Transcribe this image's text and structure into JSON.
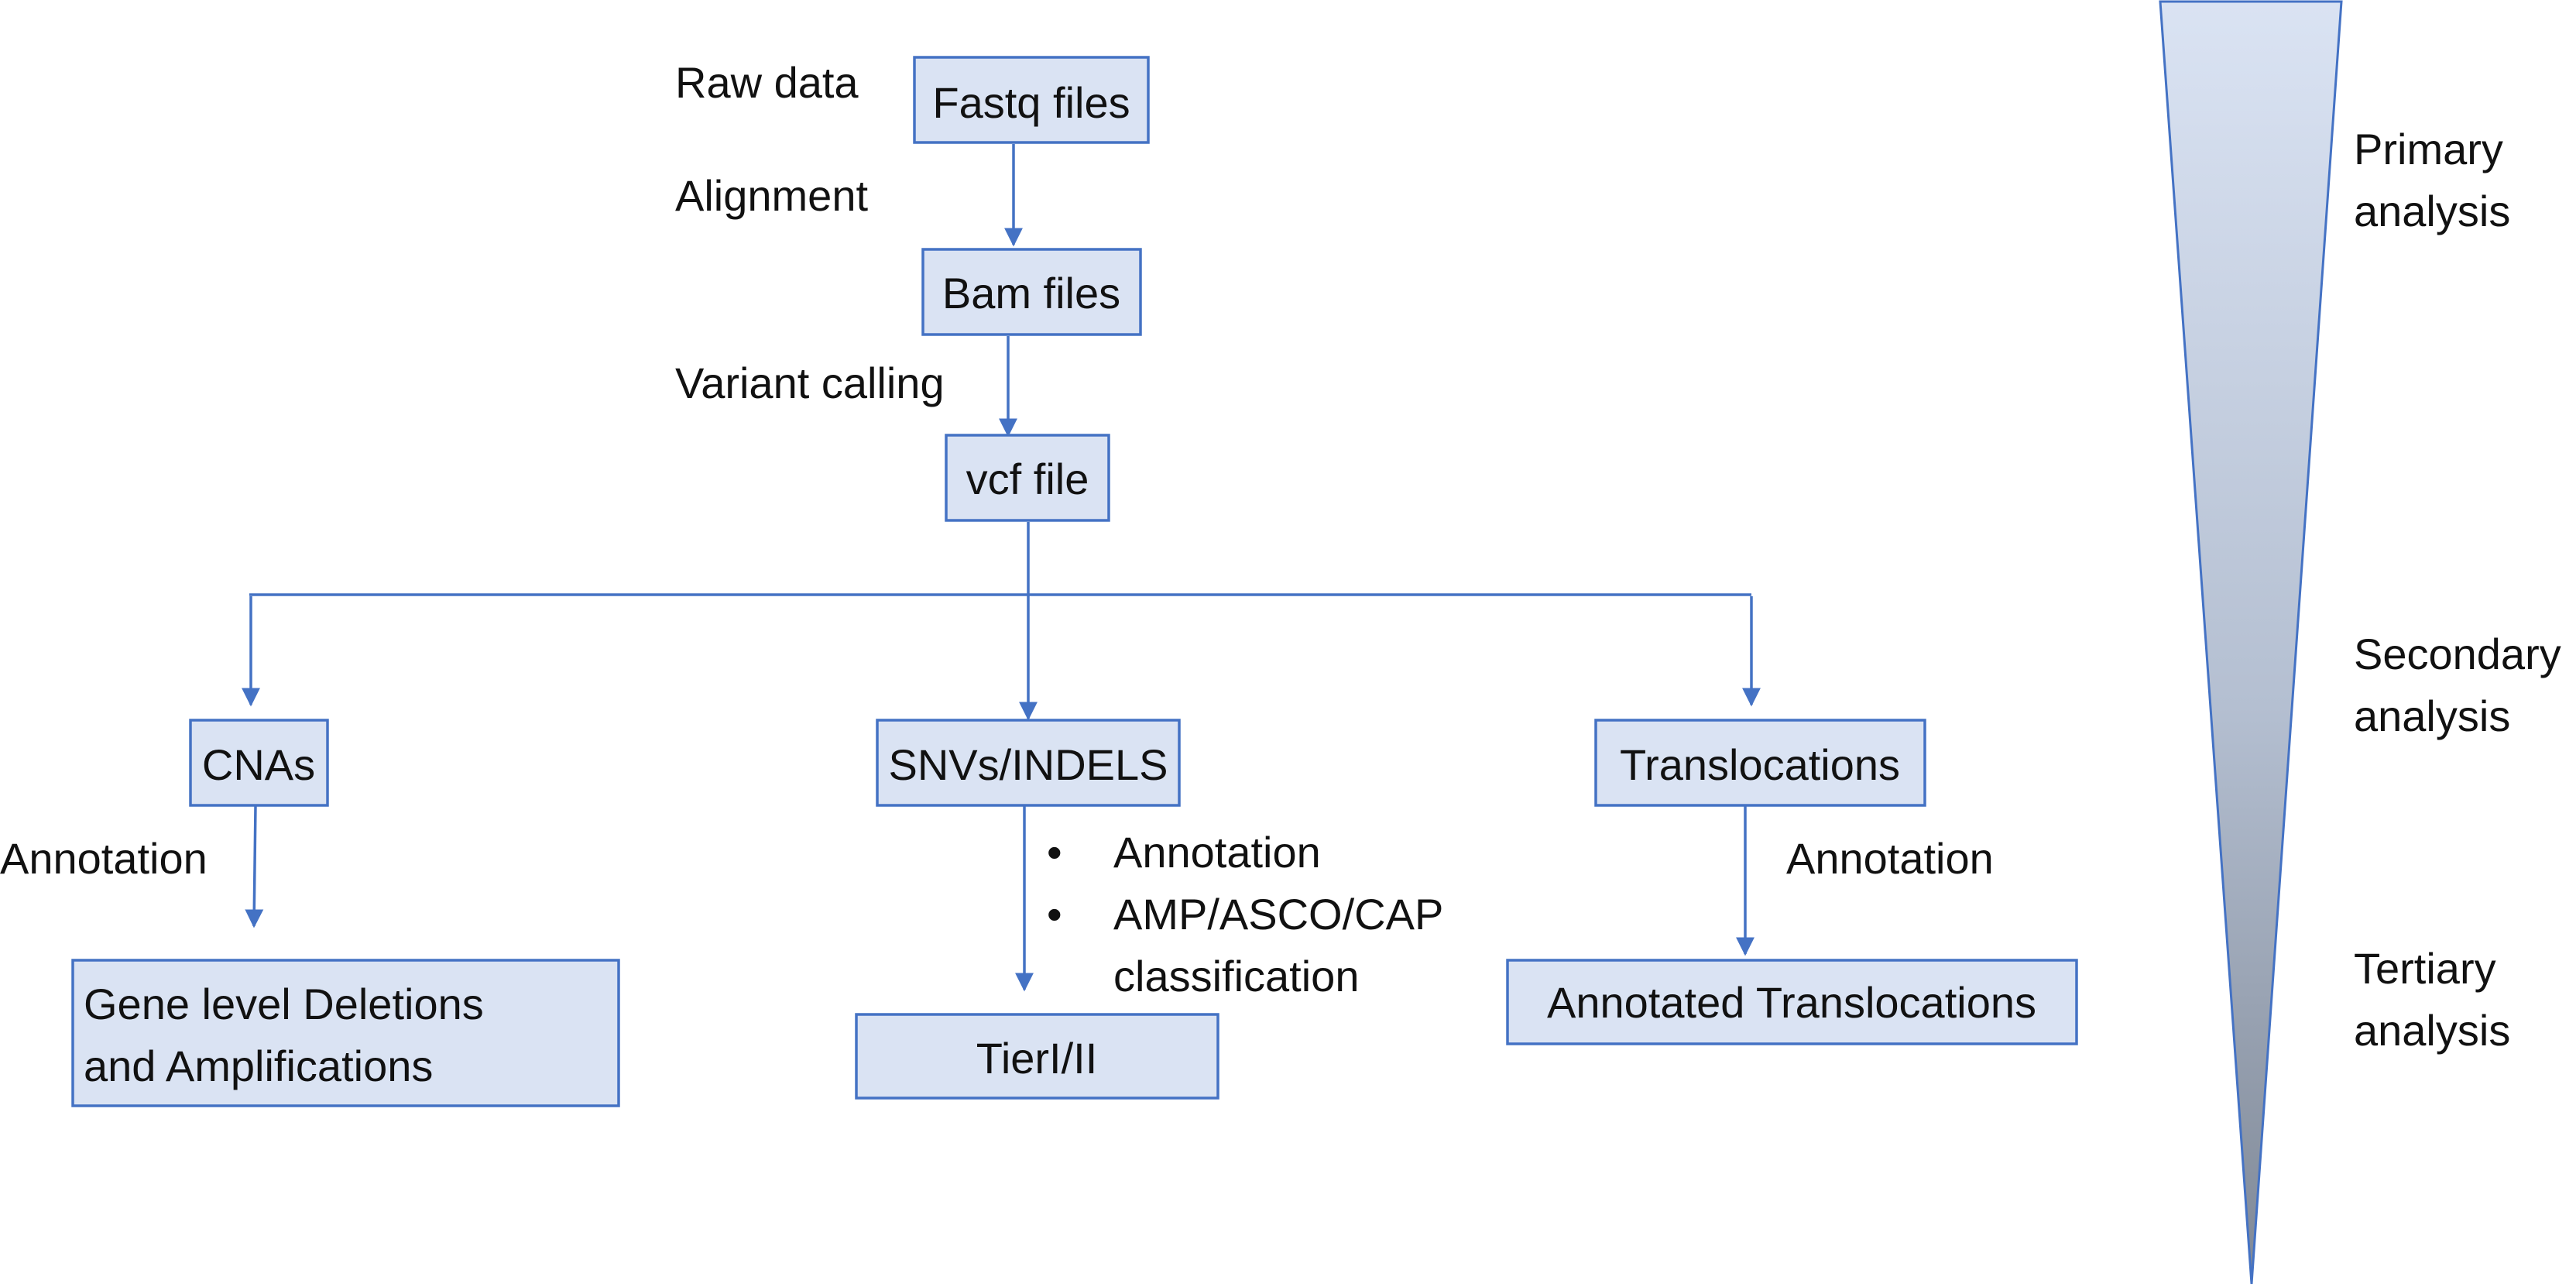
{
  "nodes": {
    "fastq": "Fastq files",
    "bam": "Bam files",
    "vcf": "vcf file",
    "cnas": "CNAs",
    "snvs": "SNVs/INDELS",
    "translocations": "Translocations",
    "gene_level_line1": "Gene level Deletions",
    "gene_level_line2": "and Amplifications",
    "tier": "TierI/II",
    "annotated_translocations": "Annotated Translocations"
  },
  "step_labels": {
    "raw_data": "Raw data",
    "alignment": "Alignment",
    "variant_calling": "Variant calling",
    "annotation_cnas": "Annotation",
    "annotation_translocations": "Annotation"
  },
  "snv_bullets": {
    "item1": "Annotation",
    "item2_line1": "AMP/ASCO/CAP",
    "item2_line2": "classification",
    "bullet_char": "•"
  },
  "analysis_levels": {
    "primary_line1": "Primary",
    "primary_line2": "analysis",
    "secondary_line1": "Secondary",
    "secondary_line2": "analysis",
    "tertiary_line1": "Tertiary",
    "tertiary_line2": "analysis"
  },
  "colors": {
    "box_fill": "#dae3f3",
    "box_stroke": "#4472c4",
    "connector": "#4472c4",
    "wedge_top": "#dae3f3",
    "wedge_bottom": "#7f8896",
    "text": "#111111"
  }
}
